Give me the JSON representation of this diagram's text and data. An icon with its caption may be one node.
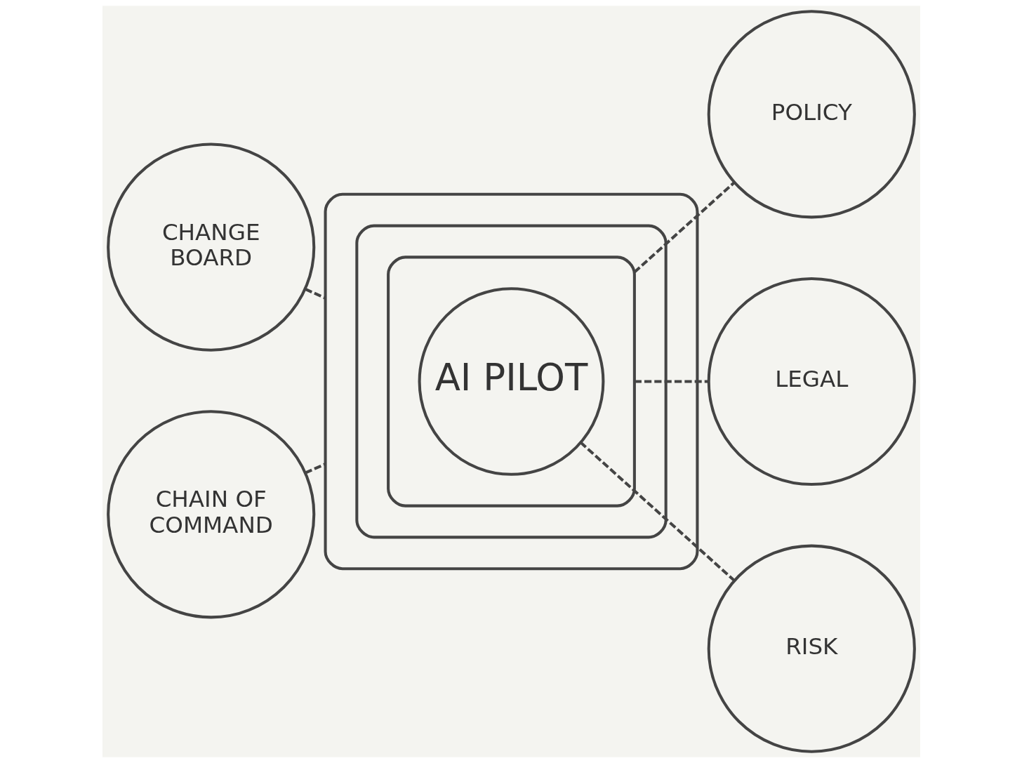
{
  "diagram": {
    "nodes": [
      {
        "text": [
          "CHANGE BOARD"
        ]
      },
      {
        "text": [
          "POLICY"
        ]
      },
      {
        "text": [],
        "shape": "drop"
      },
      {
        "text": [],
        "shape": "drop",
        "in": 2
      },
      {
        "text": [],
        "shape": "drop",
        "in": 3
      },
      {
        "text": [
          "AI PILOT"
        ],
        "in": 4
      },
      {
        "text": [
          "LEGAL"
        ]
      },
      {
        "text": [
          "CHAIN OF COMMAND"
        ]
      },
      {
        "text": [
          "RISK"
        ]
      }
    ],
    "edges": [
      {
        "from": 0,
        "to": 2,
        "arrow": "none",
        "style": "dashed"
      },
      {
        "from": 4,
        "to": 1,
        "arrow": "none",
        "style": "dashed"
      },
      {
        "from": 4,
        "to": 6,
        "arrow": "none",
        "style": "dashed"
      },
      {
        "from": 7,
        "to": 2,
        "arrow": "none",
        "style": "dashed"
      },
      {
        "from": 5,
        "to": 8,
        "arrow": "none",
        "style": "dashed"
      }
    ]
  }
}
